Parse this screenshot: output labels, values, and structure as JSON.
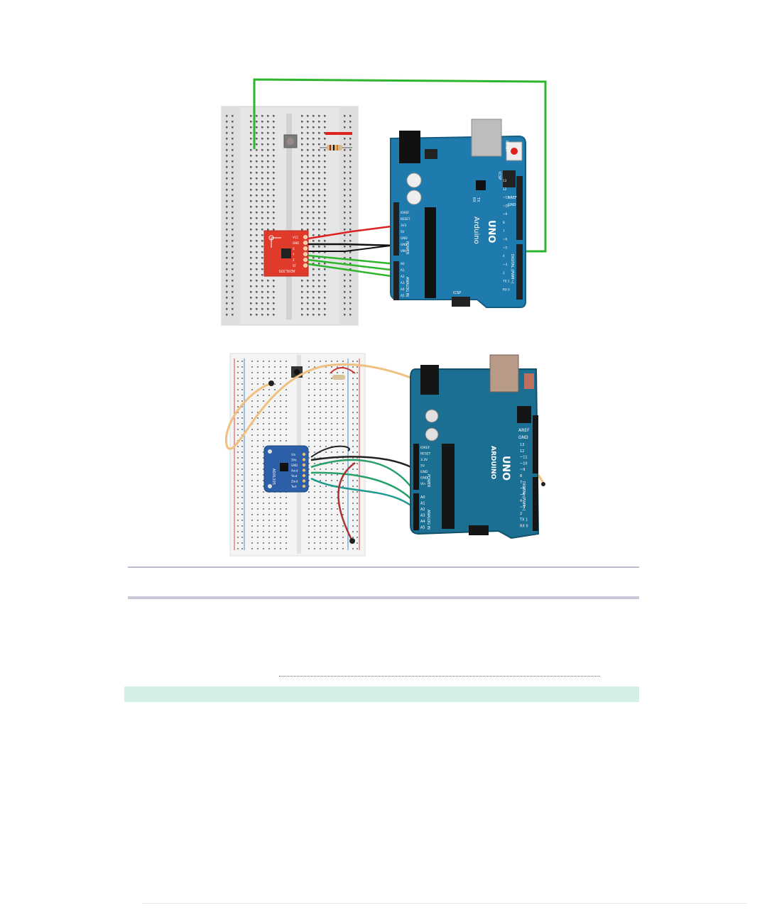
{
  "diagram": {
    "board_brand": "Arduino",
    "board_model": "UNO",
    "reset_label": "RESET",
    "icsp_label": "ICSP",
    "icsp2_label": "ICSP",
    "aref_label": "AREF",
    "gnd_label": "GND",
    "power_label": "POWER",
    "analog_label": "ANALOG IN",
    "digital_label": "DIGITAL (PWM~)",
    "tx_label": "TX",
    "rx_label": "RX",
    "sensor_label": "ADXL335",
    "power_pins": [
      "IOREF",
      "RESET",
      "3V3",
      "5V",
      "GND",
      "GND",
      "VIN"
    ],
    "analog_pins": [
      "A0",
      "A1",
      "A2",
      "A3",
      "A4",
      "A5"
    ],
    "digital_pins": [
      "13",
      "12",
      "~11",
      "~10",
      "~9",
      "8",
      "7",
      "~6",
      "~5",
      "4",
      "~3",
      "2",
      "TX 1",
      "RX 0"
    ],
    "sensor_pins": [
      "VCC",
      "GND",
      "X",
      "Y",
      "Z",
      "ST"
    ]
  },
  "photo": {
    "board_brand": "ARDUINO",
    "board_model": "UNO",
    "aref_label": "AREF",
    "gnd_label": "GND",
    "power_label": "POWER",
    "analog_label": "ANALOG IN",
    "digital_label": "DIGITAL (PWM~)",
    "sensor_label": "ADXL335",
    "power_pins": [
      "IOREF",
      "RESET",
      "3.3V",
      "5V",
      "GND",
      "GND",
      "Vin"
    ],
    "analog_pins": [
      "A0",
      "A1",
      "A2",
      "A3",
      "A4",
      "A5"
    ],
    "digital_pins": [
      "13",
      "12",
      "~11",
      "~10",
      "~9",
      "8",
      "7",
      "~6",
      "~5",
      "4",
      "~3",
      "2",
      "TX 1",
      "RX 0"
    ],
    "sensor_pins": [
      "Vin",
      "3Vo",
      "GND",
      "Xout",
      "Yout",
      "Zout",
      "Test"
    ]
  }
}
